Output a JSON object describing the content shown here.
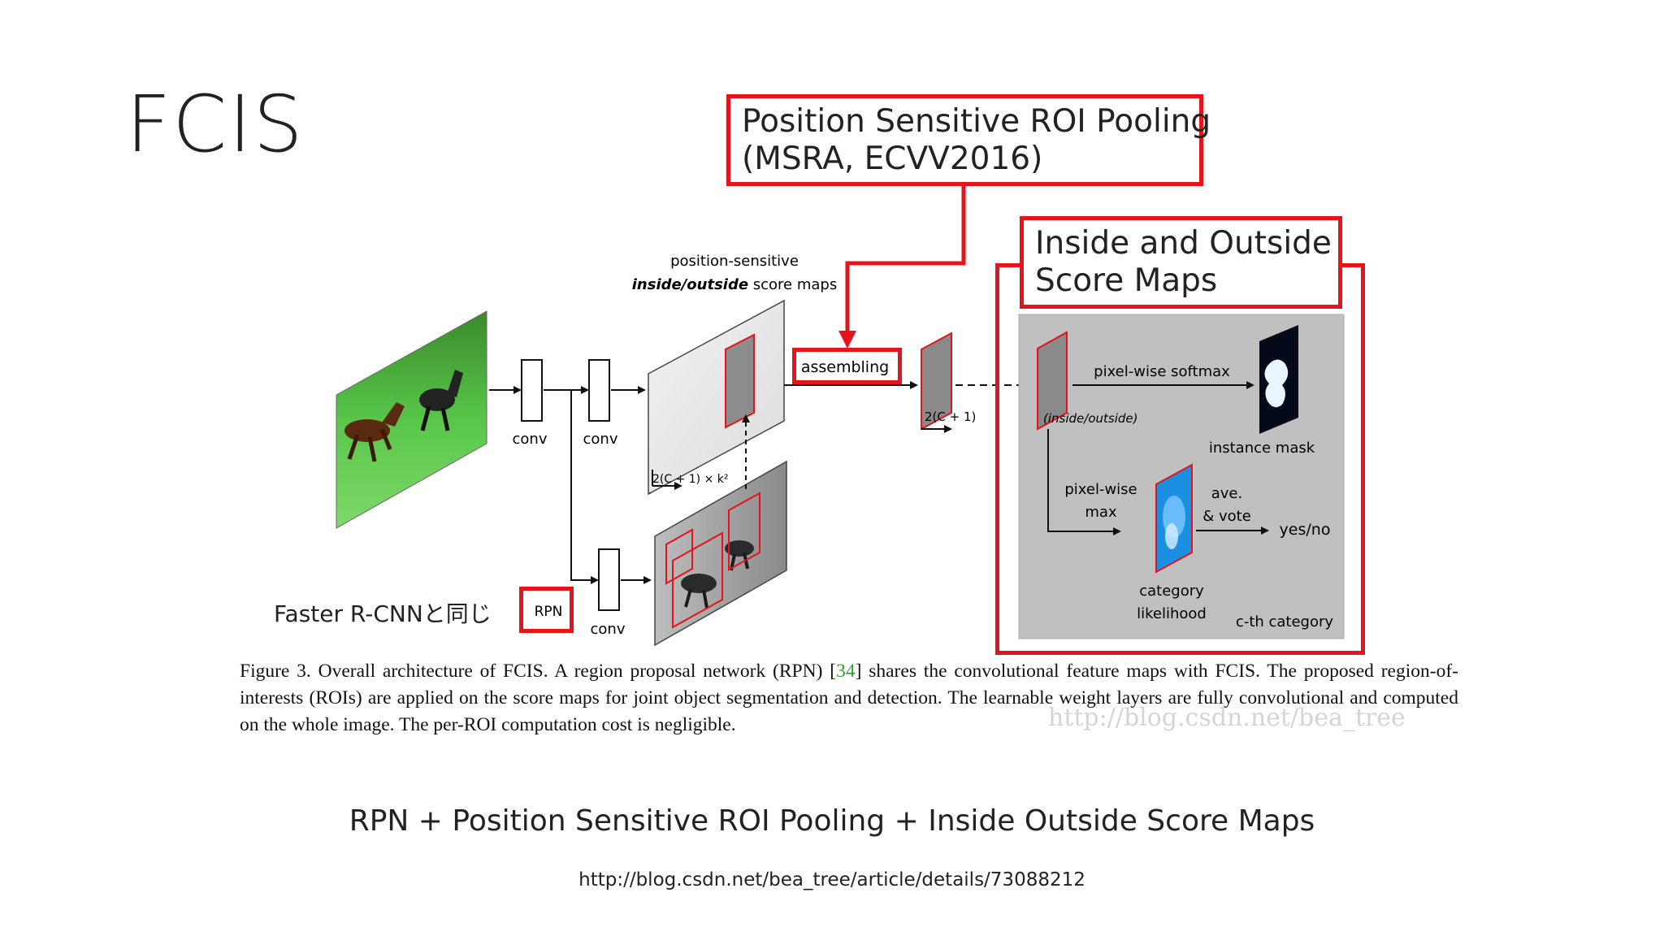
{
  "slide": {
    "title": "FCIS",
    "subtitle": "RPN + Position Sensitive ROI Pooling + Inside Outside Score Maps",
    "url": "http://blog.csdn.net/bea_tree/article/details/73088212"
  },
  "callouts": {
    "psroi_line1": "Position Sensitive ROI Pooling",
    "psroi_line2": "(MSRA, ECVV2016)",
    "io_line1": "Inside and Outside",
    "io_line2": "Score Maps",
    "faster": "Faster R-CNNと同じ"
  },
  "figure": {
    "score_maps_label_1": "position-sensitive",
    "score_maps_label_2_em": "inside/outside",
    "score_maps_label_2_rest": " score maps",
    "conv1": "conv",
    "conv2": "conv",
    "conv3": "conv",
    "rpn": "RPN",
    "assembling": "assembling",
    "dim_big": "2(C + 1) × k²",
    "dim_small": "2(C + 1)",
    "inside_outside": "(inside/outside)",
    "pixel_softmax": "pixel-wise softmax",
    "instance_mask": "instance mask",
    "pixel_max_1": "pixel-wise",
    "pixel_max_2": "max",
    "ave_1": "ave.",
    "ave_2": "& vote",
    "yes_no": "yes/no",
    "cat_like_1": "category",
    "cat_like_2": "likelihood",
    "cth": "c-th category"
  },
  "caption": {
    "part1": "Figure 3. Overall architecture of FCIS. A region proposal network (RPN) [",
    "ref": "34",
    "part2": "] shares the convolutional feature maps with FCIS. The proposed region-of-interests (ROIs) are applied on the score maps for joint object segmentation and detection. The learnable weight layers are fully convolutional and computed on the whole image. The per-ROI computation cost is negligible."
  },
  "watermark": "http://blog.csdn.net/bea_tree",
  "colors": {
    "accent_red": "#e3141b",
    "gray_panel": "#c0c0c0",
    "ref_green": "#2aa12a"
  }
}
